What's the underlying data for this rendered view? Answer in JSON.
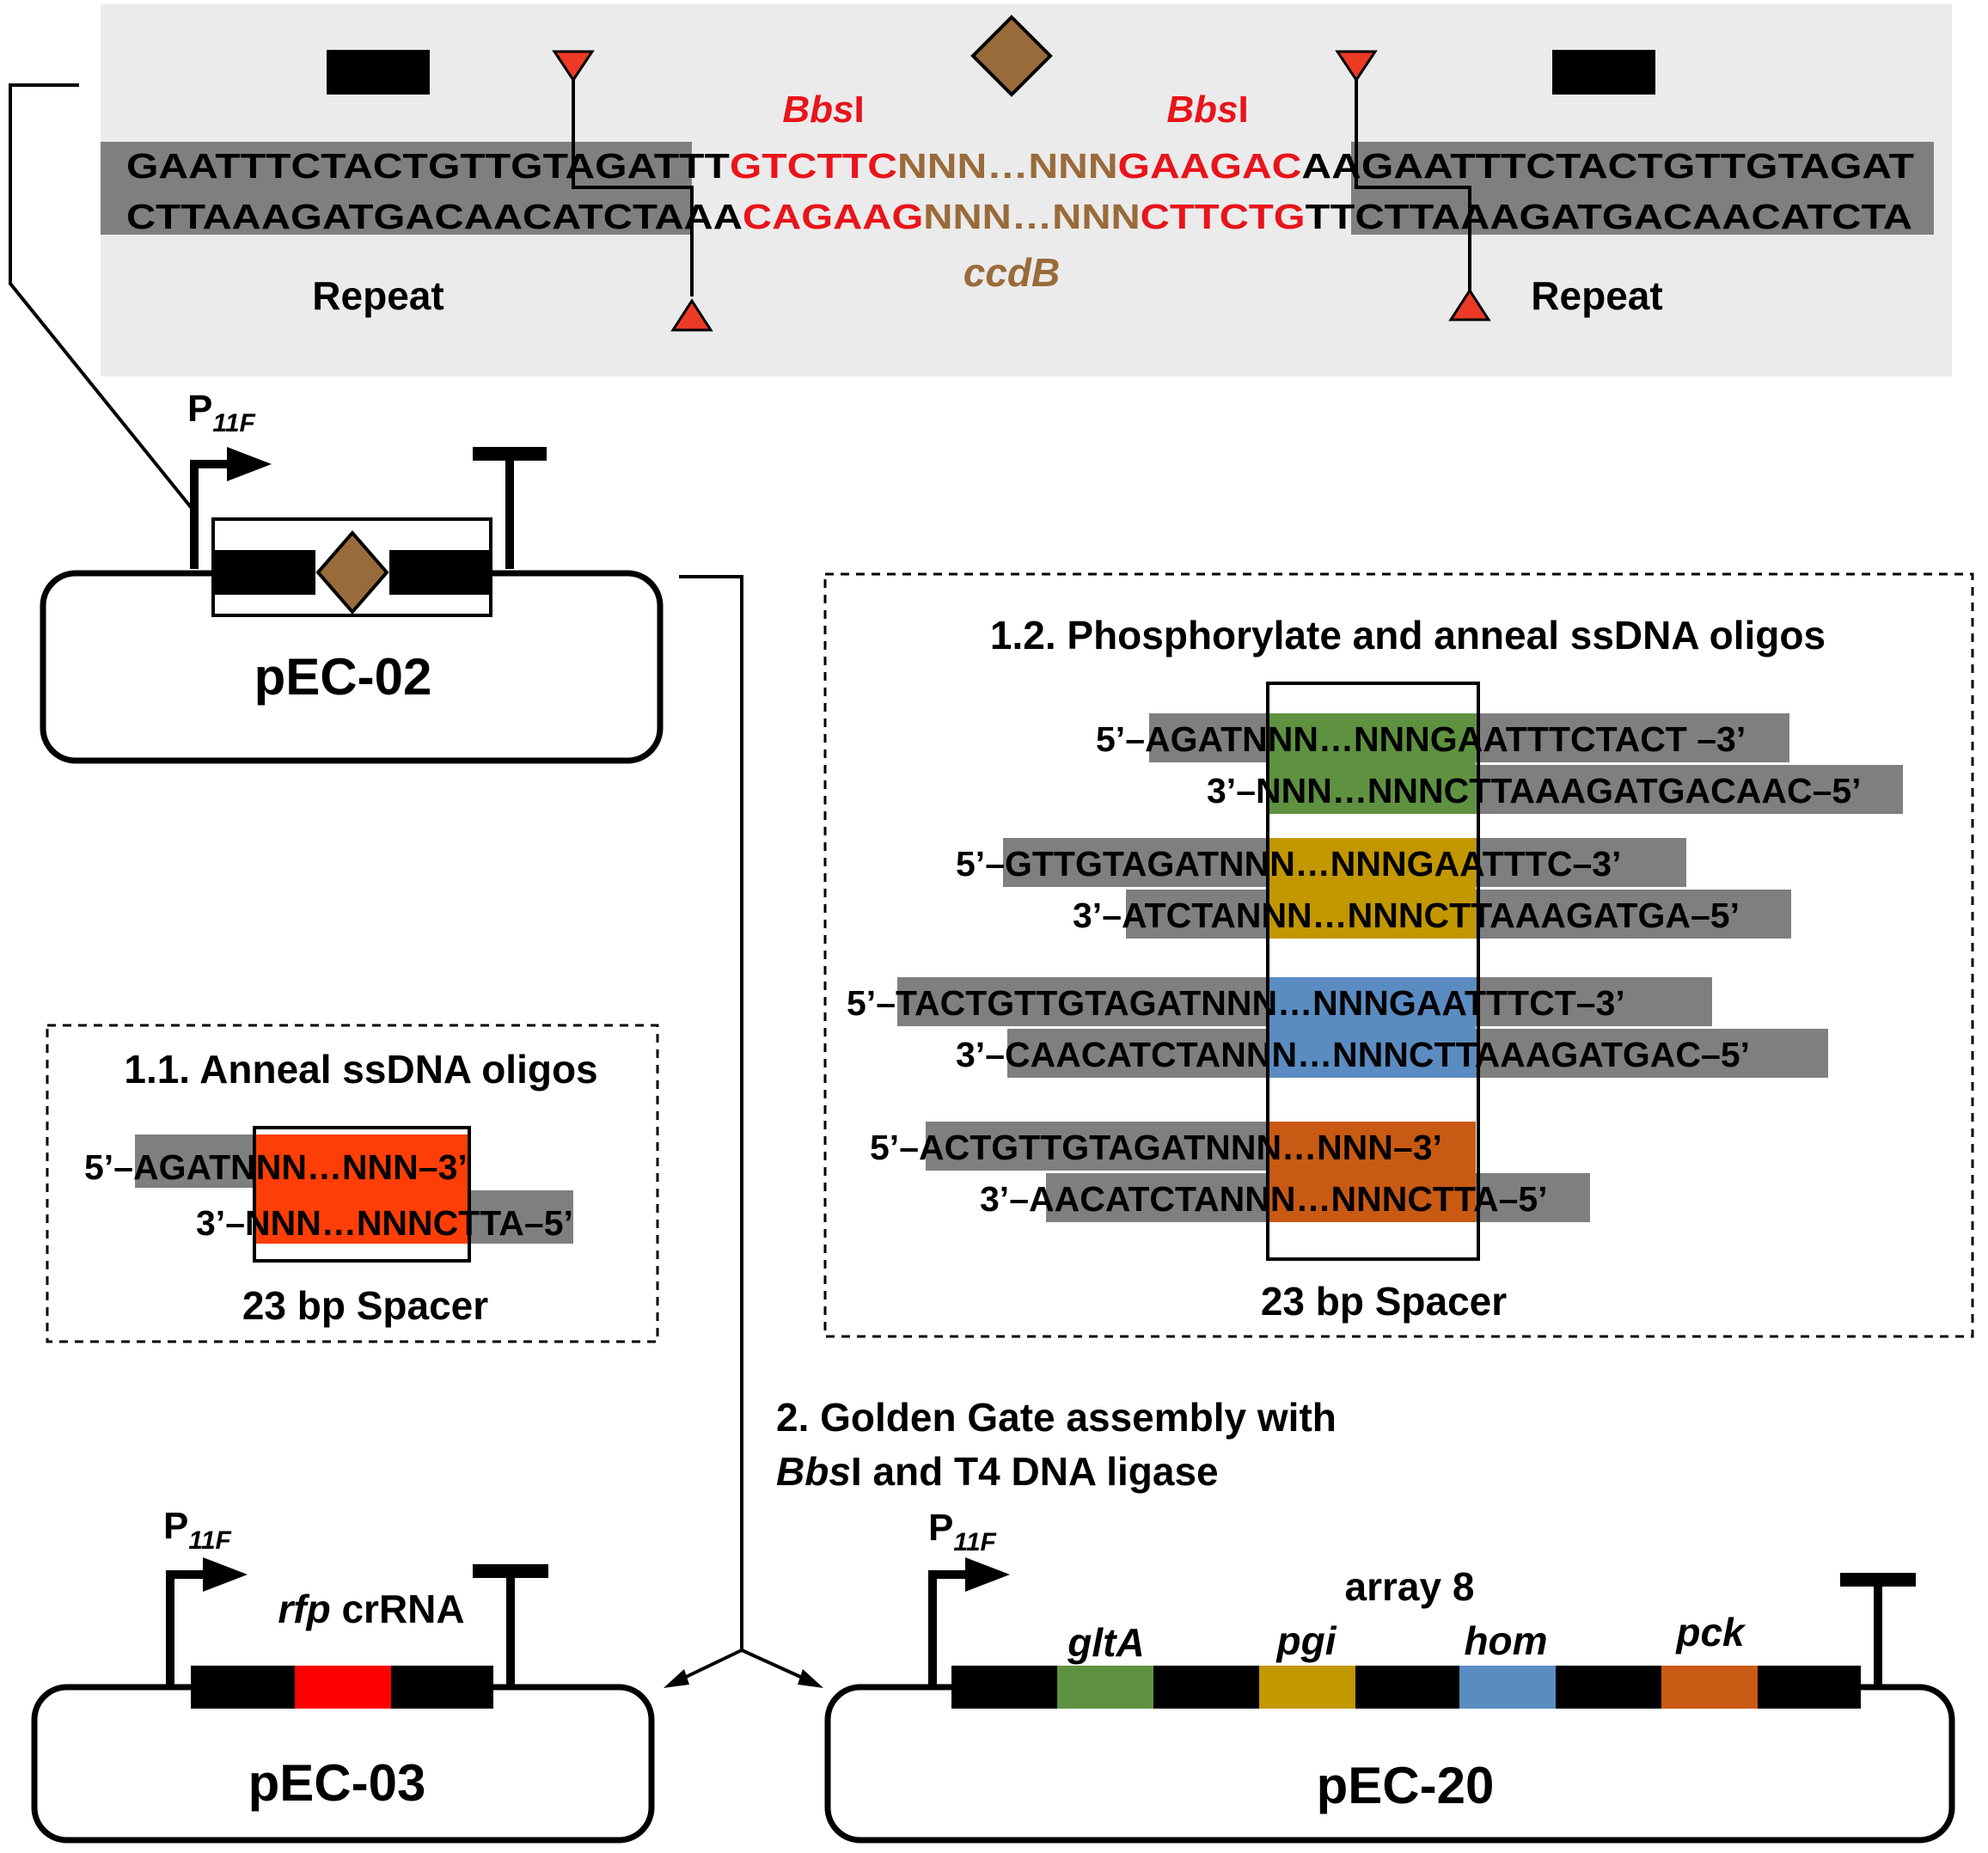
{
  "colors": {
    "panel_bg": "#ebebeb",
    "repeat_highlight": "#7f7f7f",
    "bbsi_red": "#e8141b",
    "ccdb_brown": "#9a6b3a",
    "triangle_red": "#ec3a25",
    "spacer_orange": "#fe3e06",
    "gltA_green": "#5f9240",
    "pgi_gold": "#c39700",
    "hom_blue": "#5a8cc1",
    "pck_orange": "#c95a13",
    "crRNA_red": "#ff0000"
  },
  "top_panel": {
    "top_strand": {
      "left": "GAATTTCTACTGTTGTAGAT",
      "tt": "TT",
      "bbsi": "GTCTTC",
      "ccdb": "NNN…NNN",
      "bbsi2": "GAAGAC",
      "aa": "AA",
      "right": "GAATTTCTACTGTTGTAGAT"
    },
    "bottom_strand": {
      "left": "CTTAAAGATGACAACATCTA",
      "aa": "AA",
      "bbsi": "CAGAAG",
      "ccdb": "NNN…NNN",
      "bbsi2": "CTTCTG",
      "tt": "TT",
      "right": "CTTAAAGATGACAACATCTA"
    },
    "bbsi_label": {
      "italic": "Bbs",
      "roman": "I"
    },
    "ccdb_label": "ccdB",
    "repeat_label_left": "Repeat",
    "repeat_label_right": "Repeat"
  },
  "plasmids": {
    "pec02": {
      "name": "pEC-02",
      "promoter": "P",
      "promoter_sub": "11F"
    },
    "pec03": {
      "name": "pEC-03",
      "promoter": "P",
      "promoter_sub": "11F",
      "insert_italic": "rfp",
      "insert_roman": " crRNA"
    },
    "pec20": {
      "name": "pEC-20",
      "promoter": "P",
      "promoter_sub": "11F",
      "array_label": "array 8",
      "genes": [
        "gltA",
        "pgi",
        "hom",
        "pck"
      ]
    }
  },
  "step_1_1": {
    "title": "1.1. Anneal ssDNA oligos",
    "spacer_label": "23 bp Spacer",
    "oligo": {
      "p5": "5’–",
      "top_left": "AGAT",
      "top_n": "NNN…NNN",
      "top_end": "–3’",
      "p3": "3’–",
      "bot_n": "NNN…NNN",
      "bot_right": "CTTA",
      "bot_end": "–5’"
    }
  },
  "step_1_2": {
    "title": "1.2. Phosphorylate and anneal ssDNA oligos",
    "spacer_label": "23 bp Spacer",
    "pairs": [
      {
        "top_left": "AGAT",
        "top_right": "GAATTTCTACT ",
        "bot_right": "CTTAAAGATGACAAC",
        "n": "NNN…NNN"
      },
      {
        "top_left": "GTTGTAGAT",
        "top_right": "GAATTTC",
        "bot_left": "ATCTA",
        "bot_right": "CTTAAAGATGA",
        "n": "NNN…NNN"
      },
      {
        "top_left": "TACTGTTGTAGAT",
        "top_right": "GAATTTCT",
        "bot_left": "CAACATCTA",
        "bot_right": "CTTAAAGATGAC",
        "n": "NNN…NNN"
      },
      {
        "top_left": "ACTGTTGTAGAT",
        "bot_left": "AACATCTA",
        "bot_right": "CTTA",
        "n": "NNN…NNN"
      }
    ],
    "p5": "5’–",
    "p3": "3’–",
    "e3": "–3’",
    "e5": "–5’"
  },
  "step_2": {
    "line1": "2. Golden Gate assembly with",
    "line2_italic": "Bbs",
    "line2_rest": "I and T4 DNA ligase"
  }
}
